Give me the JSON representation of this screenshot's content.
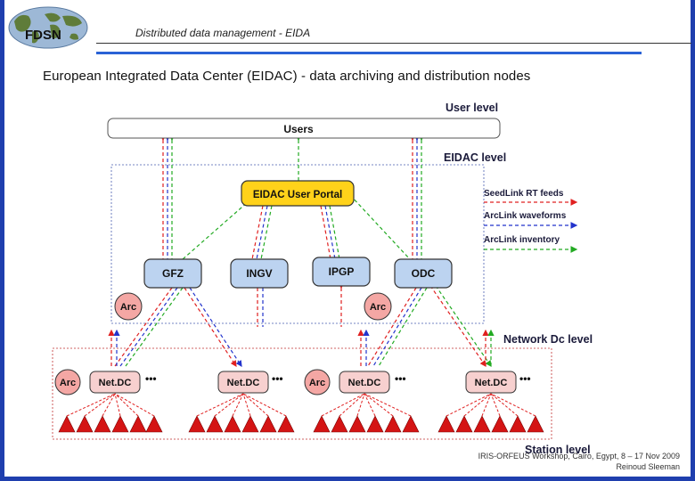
{
  "header": {
    "logo_text": "FDSN",
    "title": "Distributed data management - EIDA"
  },
  "headline": "European Integrated Data Center (EIDAC) -  data archiving and distribution nodes",
  "diagram": {
    "levels": {
      "user": "User level",
      "eidac": "EIDAC level",
      "network": "Network Dc level",
      "station": "Station level"
    },
    "users_label": "Users",
    "portal_label": "EIDAC User Portal",
    "nodes": [
      "GFZ",
      "INGV",
      "IPGP",
      "ODC"
    ],
    "arc_label": "Arc",
    "netdc_label": "Net.DC",
    "ellipsis": "•••",
    "legend": [
      {
        "label": "SeedLink RT feeds",
        "color": "#e02020"
      },
      {
        "label": "ArcLink waveforms",
        "color": "#2233cc"
      },
      {
        "label": "ArcLink inventory",
        "color": "#22aa22"
      }
    ],
    "colors": {
      "red": "#e02020",
      "blue": "#2233cc",
      "green": "#22aa22",
      "node_fill": "#bcd3f0",
      "portal_fill": "#ffd21a",
      "arc_fill": "#f4a7a4",
      "netdc_fill": "#f7d0cf"
    }
  },
  "footer": {
    "line1": "IRIS-ORFEUS Workshop, Cairo, Egypt, 8 – 17 Nov 2009",
    "line2": "Reinoud Sleeman"
  }
}
